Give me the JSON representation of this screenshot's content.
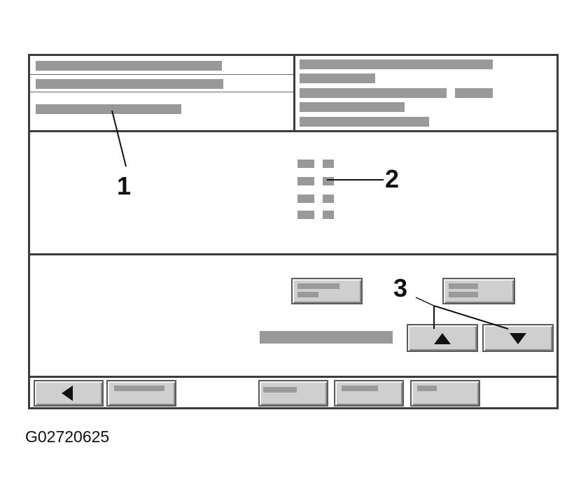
{
  "figure_id": "G02720625",
  "callouts": [
    "1",
    "2",
    "3"
  ],
  "icons": {
    "back": "back-arrow-left-icon",
    "up": "arrow-up-icon",
    "down": "arrow-down-icon"
  },
  "colors": {
    "frame": "#3c3c3c",
    "text_placeholder": "#999999",
    "button_face": "#cfcfcf"
  }
}
